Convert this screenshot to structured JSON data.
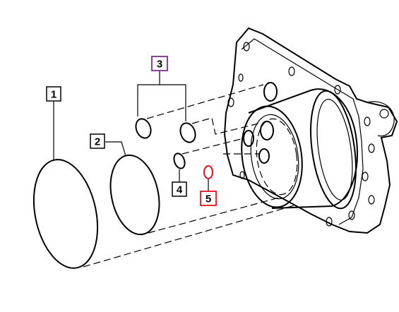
{
  "callouts": [
    {
      "id": "1",
      "label": "1",
      "color": "#000000"
    },
    {
      "id": "2",
      "label": "2",
      "color": "#000000"
    },
    {
      "id": "3",
      "label": "3",
      "color": "#7a2f8a"
    },
    {
      "id": "4",
      "label": "4",
      "color": "#000000"
    },
    {
      "id": "5",
      "label": "5",
      "color": "#e8111f"
    }
  ],
  "colors": {
    "line": "#000000",
    "callout_3": "#7a2f8a",
    "highlight_part_5": "#e8111f"
  }
}
